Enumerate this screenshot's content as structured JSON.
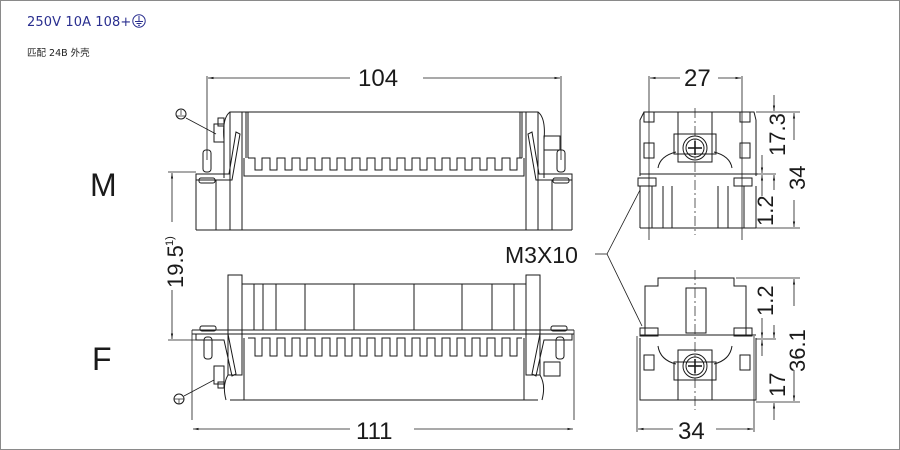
{
  "header": {
    "title": "250V 10A 108+",
    "title_icon": "ground-symbol-icon",
    "subtitle": "匹配 24B 外壳"
  },
  "views": {
    "male_label": "M",
    "female_label": "F"
  },
  "dimensions": {
    "top_width": "104",
    "bottom_width": "111",
    "offset_vertical": "19.5",
    "offset_footnote": "1)",
    "side_top_width": "27",
    "side_top_h1": "17.3",
    "side_top_h2": "34",
    "side_top_h3": "1.2",
    "side_bottom_width": "34",
    "side_bottom_h1": "1.2",
    "side_bottom_h2": "36.1",
    "side_bottom_h3": "17"
  },
  "callouts": {
    "screw": "M3X10",
    "ground_icon": "ground-symbol-icon"
  },
  "colors": {
    "title": "#2a2f8f",
    "line": "#1a1a1a",
    "frame": "#8a8a8a"
  }
}
